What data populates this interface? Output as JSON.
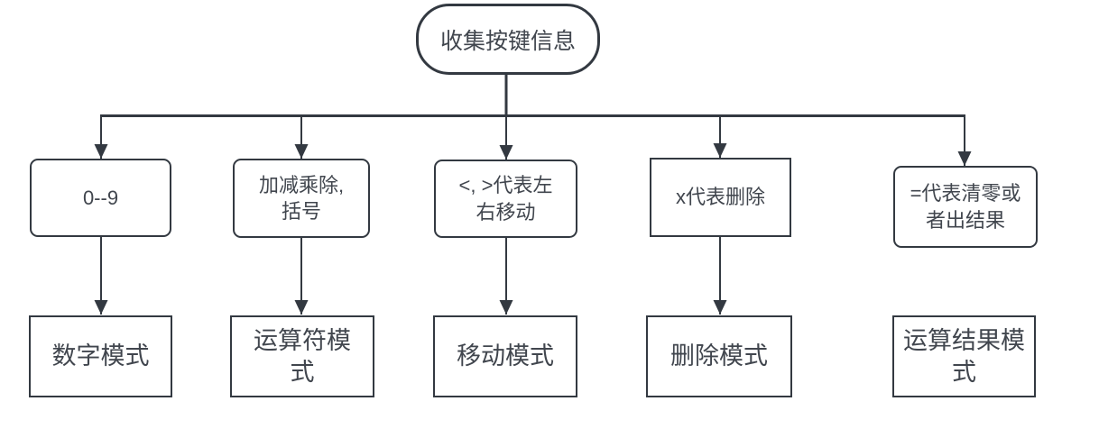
{
  "flowchart": {
    "root": {
      "label": "收集按键信息"
    },
    "branches": [
      {
        "condition": "0--9",
        "mode": "数字模式"
      },
      {
        "condition": "加减乘除,\n括号",
        "mode": "运算符模\n式"
      },
      {
        "condition": "<, >代表左\n右移动",
        "mode": "移动模式"
      },
      {
        "condition": "x代表删除",
        "mode": "删除模式"
      },
      {
        "condition": "=代表清零或\n者出结果",
        "mode": "运算结果模\n式"
      }
    ],
    "colors": {
      "stroke": "#333941",
      "text": "#41464e",
      "background": "#ffffff"
    }
  }
}
